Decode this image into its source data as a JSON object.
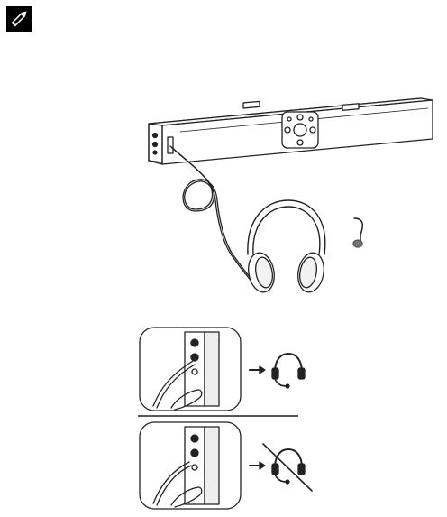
{
  "page": {
    "note_icon": "note-pencil-icon",
    "illustration": "soundbar-with-headphones-illustration",
    "indicators": [
      {
        "state": "connected",
        "arrow_icon": "arrow-right-icon",
        "headset_icon": "headset-icon"
      },
      {
        "state": "disconnected",
        "arrow_icon": "arrow-right-icon",
        "headset_icon": "headset-crossed-icon"
      }
    ]
  },
  "colors": {
    "line": "#222222",
    "fill_light": "#f2f2f2",
    "black": "#000000"
  }
}
